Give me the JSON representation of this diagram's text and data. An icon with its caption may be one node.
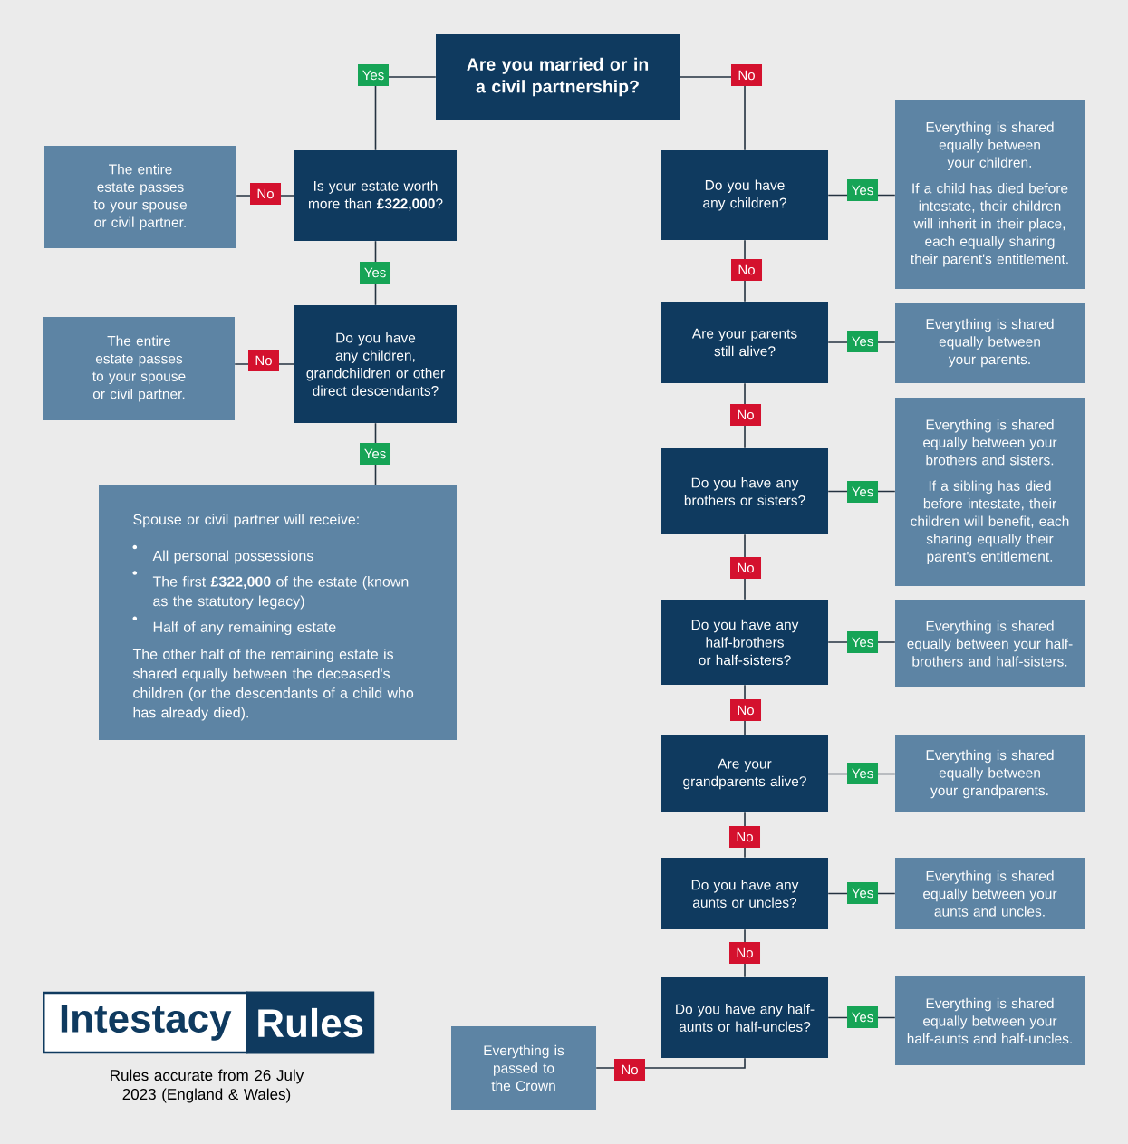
{
  "diagram": {
    "title": "Intestacy",
    "caption": "Rules accurate from 26 July 2023 (England & Wales)",
    "labels": [
      "Rules"
    ],
    "nodes": [
      {
        "text": [
          "Are you married or in a civil partnership?"
        ]
      },
      {
        "text": [
          "Is your estate worth more than **£322,000**?"
        ]
      },
      {
        "text": [
          "The entire estate passes to your spouse or civil partner."
        ]
      },
      {
        "text": [
          "Do you have any children, grandchildren or other direct descendants?"
        ]
      },
      {
        "text": [
          "The entire estate passes to your spouse or civil partner."
        ]
      },
      {
        "text": [
          "Spouse or civil partner will receive:",
          "All personal possessions",
          "The first **£322,000** of the estate (known as the statutory legacy)",
          "Half of any remaining estate",
          "The other half of the remaining estate is shared equally between the deceased's children (or the descendants of a child who has already died)."
        ]
      },
      {
        "text": [
          "Do you have any children?"
        ]
      },
      {
        "text": [
          "Everything is shared equally between your children.",
          "If a child has died before intestate, their children will inherit in their place, each equally sharing their parent's entitlement."
        ]
      },
      {
        "text": [
          "Are your parents still alive?"
        ]
      },
      {
        "text": [
          "Everything is shared equally between your parents."
        ]
      },
      {
        "text": [
          "Do you have any brothers or sisters?"
        ]
      },
      {
        "text": [
          "Everything is shared equally between your brothers and sisters.",
          "If a sibling has died before intestate, their children will benefit, each sharing equally their parent's entitlement."
        ]
      },
      {
        "text": [
          "Do you have any half-brothers or half-sisters?"
        ]
      },
      {
        "text": [
          "Everything is shared equally between your half-brothers and half-sisters."
        ]
      },
      {
        "text": [
          "Are your grandparents alive?"
        ]
      },
      {
        "text": [
          "Everything is shared equally between your grandparents."
        ]
      },
      {
        "text": [
          "Do you have any aunts or uncles?"
        ]
      },
      {
        "text": [
          "Everything is shared equally between your aunts and uncles."
        ]
      },
      {
        "text": [
          "Do you have any half-aunts or half-uncles?"
        ]
      },
      {
        "text": [
          "Everything is shared equally between your half-aunts and half-uncles."
        ]
      },
      {
        "text": [
          "Everything is passed to the Crown"
        ]
      }
    ],
    "edges": [
      {
        "from": 0,
        "to": 1,
        "arrow": "none",
        "label": "Yes"
      },
      {
        "from": 0,
        "to": 6,
        "arrow": "none",
        "label": "No"
      },
      {
        "from": 1,
        "to": 2,
        "arrow": "none",
        "label": "No"
      },
      {
        "from": 1,
        "to": 3,
        "arrow": "none",
        "label": "Yes"
      },
      {
        "from": 3,
        "to": 4,
        "arrow": "none",
        "label": "No"
      },
      {
        "from": 3,
        "to": 5,
        "arrow": "none",
        "label": "Yes"
      },
      {
        "from": 6,
        "to": 7,
        "arrow": "none",
        "label": "Yes"
      },
      {
        "from": 6,
        "to": 8,
        "arrow": "none",
        "label": "No"
      },
      {
        "from": 8,
        "to": 9,
        "arrow": "none",
        "label": "Yes"
      },
      {
        "from": 8,
        "to": 10,
        "arrow": "none",
        "label": "No"
      },
      {
        "from": 10,
        "to": 11,
        "arrow": "none",
        "label": "Yes"
      },
      {
        "from": 10,
        "to": 12,
        "arrow": "none",
        "label": "No"
      },
      {
        "from": 12,
        "to": 13,
        "arrow": "none",
        "label": "Yes"
      },
      {
        "from": 12,
        "to": 14,
        "arrow": "none",
        "label": "No"
      },
      {
        "from": 14,
        "to": 15,
        "arrow": "none",
        "label": "Yes"
      },
      {
        "from": 14,
        "to": 16,
        "arrow": "none",
        "label": "No"
      },
      {
        "from": 16,
        "to": 17,
        "arrow": "none",
        "label": "Yes"
      },
      {
        "from": 16,
        "to": 18,
        "arrow": "none",
        "label": "No"
      },
      {
        "from": 18,
        "to": 19,
        "arrow": "none",
        "label": "Yes"
      },
      {
        "from": 18,
        "to": 20,
        "arrow": "none",
        "label": "No"
      }
    ]
  }
}
